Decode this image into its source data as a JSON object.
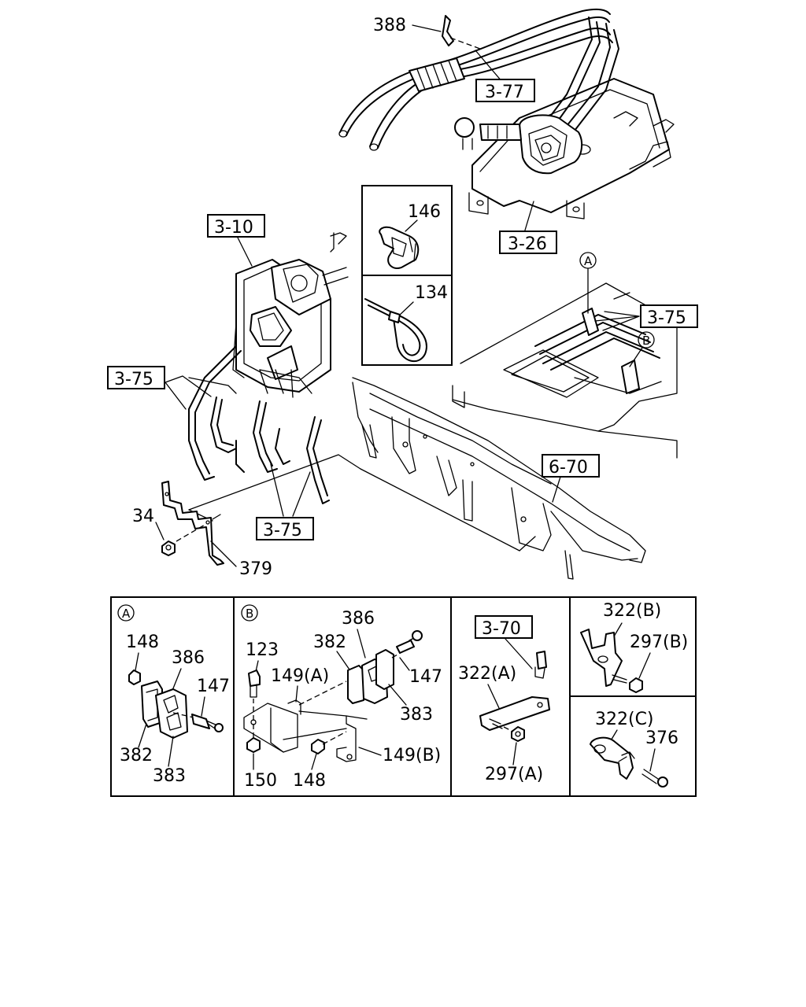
{
  "refs": {
    "r388": "388",
    "r377": "3-77",
    "r326": "3-26",
    "r146": "146",
    "r134": "134",
    "r310": "3-10",
    "r375a": "3-75",
    "r375b": "3-75",
    "r375c": "3-75",
    "r670": "6-70",
    "r34": "34",
    "r379": "379",
    "markA": "A",
    "markB": "B"
  },
  "panelA": {
    "mark": "A",
    "p148": "148",
    "p386": "386",
    "p147": "147",
    "p382": "382",
    "p383": "383"
  },
  "panelB": {
    "mark": "B",
    "p386": "386",
    "p123": "123",
    "p382": "382",
    "p147": "147",
    "p149a": "149(A)",
    "p383": "383",
    "p149b": "149(B)",
    "p150": "150",
    "p148": "148"
  },
  "panelC": {
    "r370": "3-70",
    "p322a": "322(A)",
    "p297a": "297(A)"
  },
  "panelD": {
    "p322b": "322(B)",
    "p297b": "297(B)",
    "p322c": "322(C)",
    "p376": "376"
  }
}
